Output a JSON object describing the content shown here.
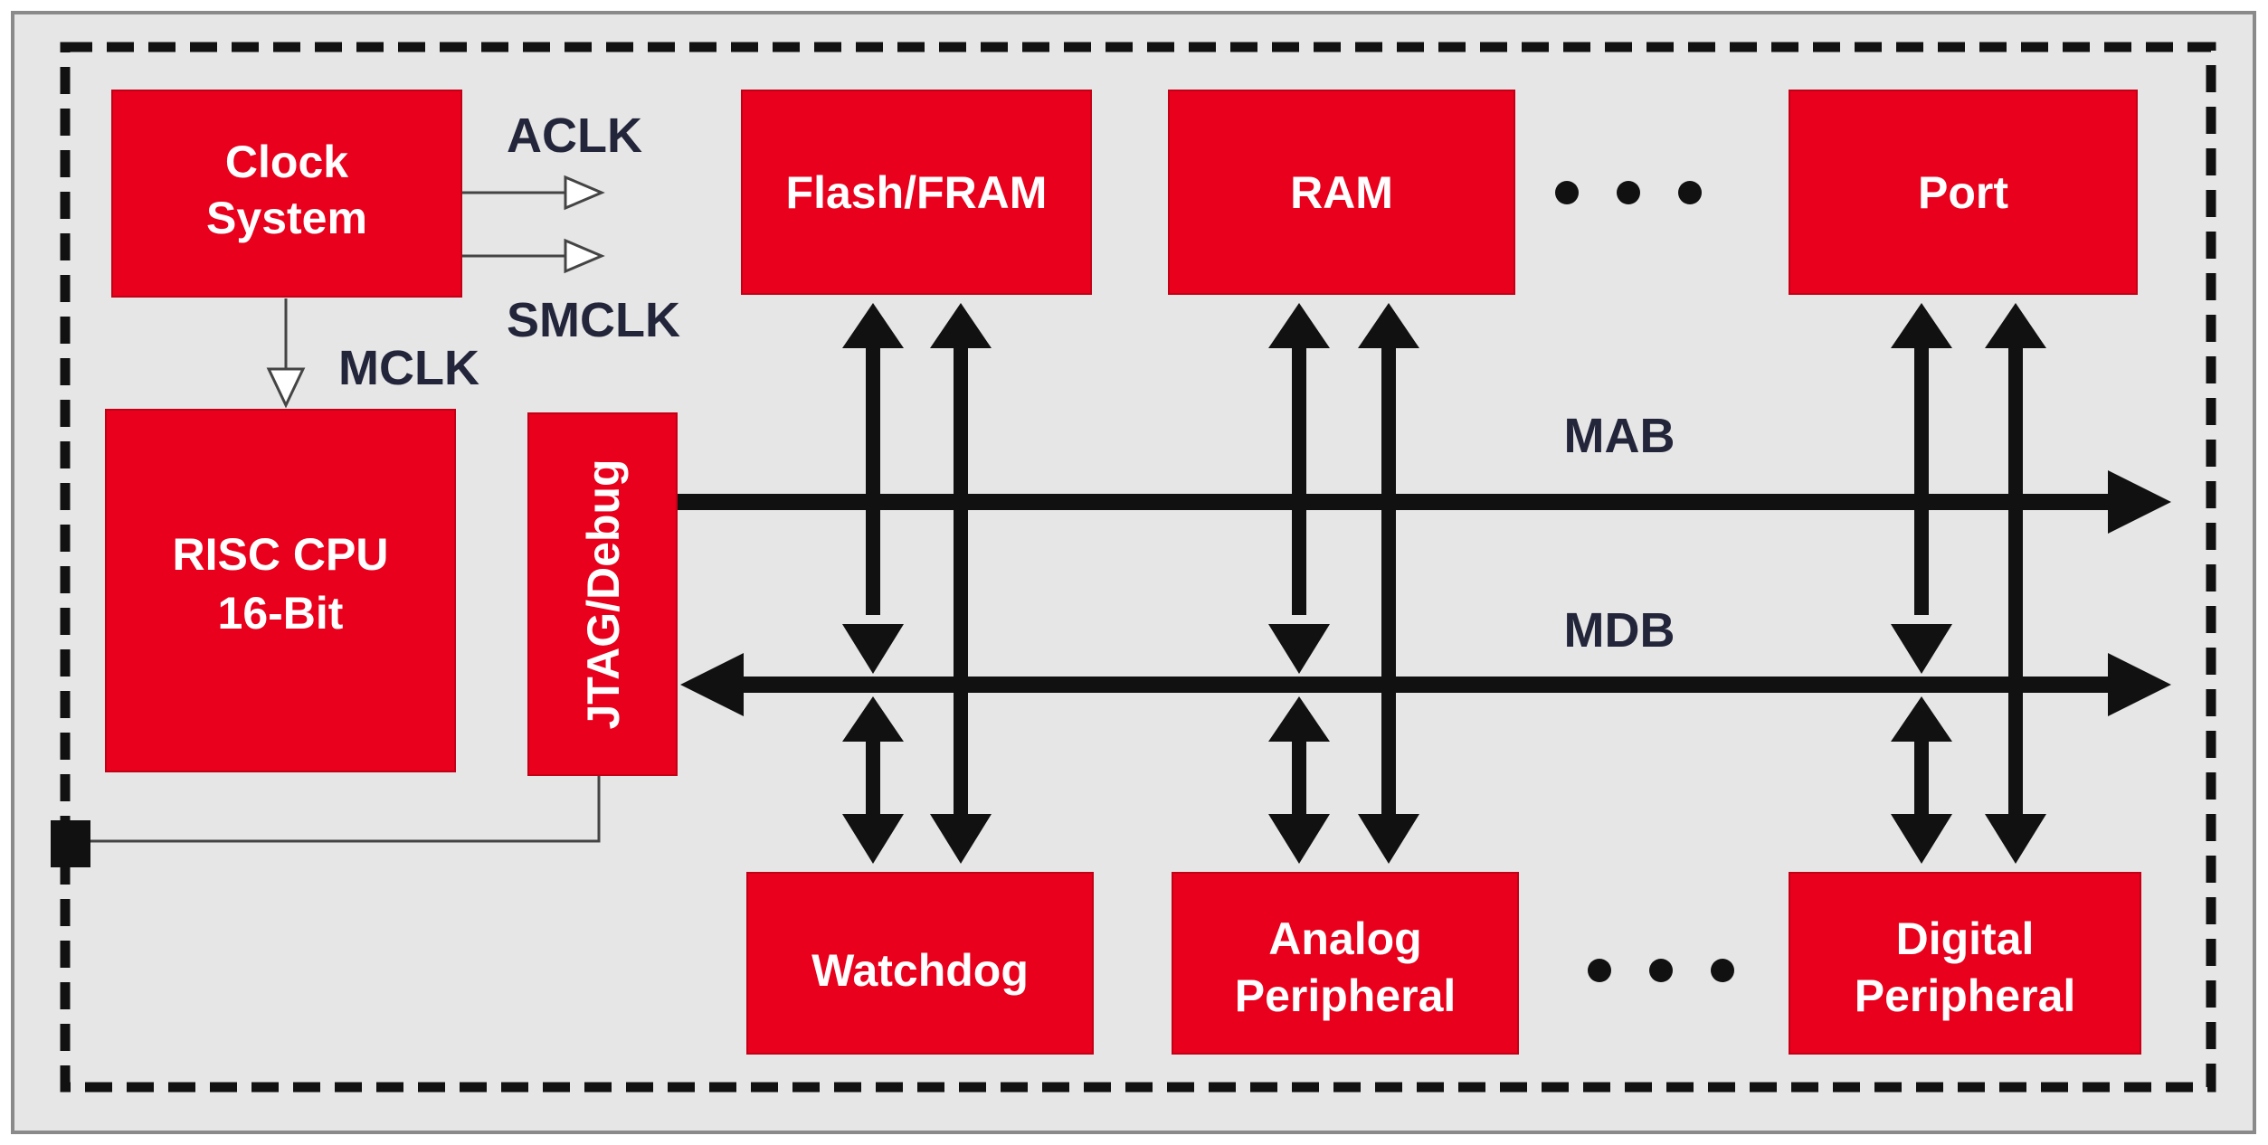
{
  "blocks": {
    "clock_system": [
      "Clock",
      "System"
    ],
    "cpu": [
      "RISC CPU",
      "16-Bit"
    ],
    "jtag": "JTAG/Debug",
    "flash": "Flash/FRAM",
    "ram": "RAM",
    "port": "Port",
    "watchdog": "Watchdog",
    "analog": [
      "Analog",
      "Peripheral"
    ],
    "digital": [
      "Digital",
      "Peripheral"
    ]
  },
  "signals": {
    "aclk": "ACLK",
    "smclk": "SMCLK",
    "mclk": "MCLK"
  },
  "buses": {
    "mab": "MAB",
    "mdb": "MDB"
  },
  "colors": {
    "block_fill": "#e8001c",
    "background": "#e6e6e6",
    "bus": "#111111",
    "label": "#23253a"
  }
}
